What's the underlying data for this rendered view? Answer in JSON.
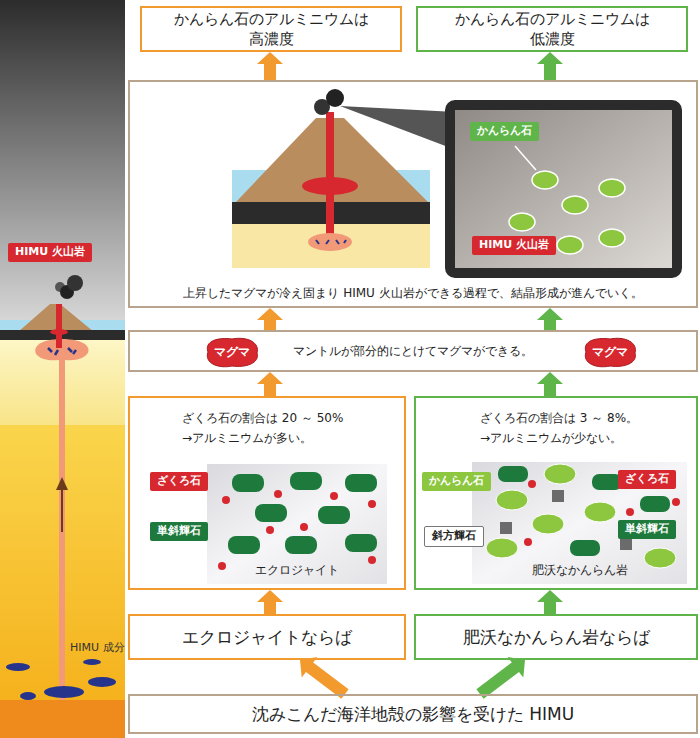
{
  "diagram": {
    "nodes": [
      {
        "text": [
          "かんらん石のアルミニウムは",
          "高濃度"
        ]
      },
      {
        "text": [
          "かんらん石のアルミニウムは",
          "低濃度"
        ]
      },
      {
        "text": [
          "上昇したマグマが冷え固まり HIMU 火山岩ができる過程で、結晶形成が進んでいく。"
        ]
      },
      {
        "text": [
          "かんらん石"
        ],
        "in": 2
      },
      {
        "text": [
          "HIMU 火山岩"
        ],
        "in": 2
      },
      {
        "text": [
          "マントルが部分的にとけてマグマができる。"
        ]
      },
      {
        "text": [
          "マグマ"
        ],
        "in": 5
      },
      {
        "text": [
          "マグマ"
        ],
        "in": 5
      },
      {
        "text": [
          "ざくろ石の割合は 20 ～ 50%",
          "→アルミニウムが多い。"
        ]
      },
      {
        "text": [
          "エクロジャイト"
        ],
        "in": 8
      },
      {
        "text": [
          "ざくろ石"
        ],
        "in": 9
      },
      {
        "text": [
          "単斜輝石"
        ],
        "in": 9
      },
      {
        "text": [
          "ざくろ石の割合は 3 ～ 8%。",
          "→アルミニウムが少ない。"
        ]
      },
      {
        "text": [
          "肥沃なかんらん岩"
        ],
        "in": 12
      },
      {
        "text": [
          "かんらん石"
        ],
        "in": 13
      },
      {
        "text": [
          "ざくろ石"
        ],
        "in": 13
      },
      {
        "text": [
          "斜方輝石"
        ],
        "in": 13
      },
      {
        "text": [
          "単斜輝石"
        ],
        "in": 13
      },
      {
        "text": [
          "エクロジャイトならば"
        ]
      },
      {
        "text": [
          "肥沃なかんらん岩ならば"
        ]
      },
      {
        "text": [
          "沈みこんだ海洋地殻の影響を受けた HIMU"
        ]
      },
      {
        "text": [
          "HIMU 火山岩"
        ]
      }
    ],
    "edges": [
      {
        "from": 20,
        "to": 18,
        "arrow": "to"
      },
      {
        "from": 20,
        "to": 19,
        "arrow": "to"
      },
      {
        "from": 18,
        "to": 8,
        "arrow": "to"
      },
      {
        "from": 19,
        "to": 12,
        "arrow": "to"
      },
      {
        "from": 8,
        "to": 5,
        "arrow": "to"
      },
      {
        "from": 12,
        "to": 5,
        "arrow": "to"
      },
      {
        "from": 5,
        "to": 2,
        "arrow": "to"
      },
      {
        "from": 5,
        "to": 2,
        "arrow": "to"
      },
      {
        "from": 2,
        "to": 0,
        "arrow": "to"
      },
      {
        "from": 2,
        "to": 1,
        "arrow": "to"
      }
    ],
    "labels": [
      "HIMU 成分"
    ]
  }
}
